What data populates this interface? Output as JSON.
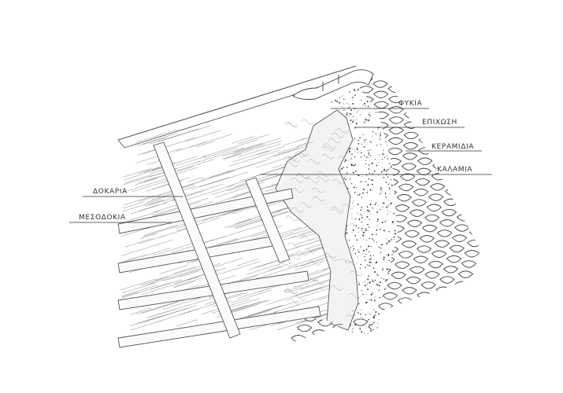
{
  "labels": {
    "fykia": "ΦΥΚΙΑ",
    "epichosi": "ΕΠΙΧΩΣΗ",
    "keramidia": "ΚΕΡΑΜΙΔΙΑ",
    "kalamia": "ΚΑΛΑΜΙΑ",
    "dokaria": "ΔΟΚΑΡΙΑ",
    "mesodokia": "ΜΕΣΟΔΟΚΙΑ"
  },
  "colors": {
    "ink": "#333333",
    "pencil": "#555555",
    "paper": "#ffffff"
  }
}
